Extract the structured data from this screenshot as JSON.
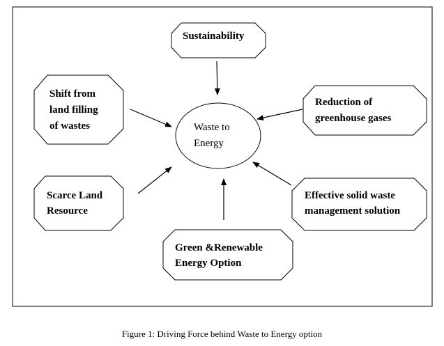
{
  "diagram": {
    "center": {
      "lines": [
        "Waste to",
        "Energy"
      ]
    },
    "nodes": [
      {
        "id": "sustainability",
        "lines": [
          "Sustainability"
        ]
      },
      {
        "id": "shift-from-landfilling",
        "lines": [
          "Shift from",
          "land filling",
          "of wastes"
        ]
      },
      {
        "id": "reduction-ghg",
        "lines": [
          "Reduction of",
          "greenhouse gases"
        ]
      },
      {
        "id": "scarce-land",
        "lines": [
          "Scarce Land",
          "Resource"
        ]
      },
      {
        "id": "effective-solid-waste",
        "lines": [
          "Effective solid waste",
          "management solution"
        ]
      },
      {
        "id": "green-renewable",
        "lines": [
          "Green &Renewable",
          "Energy Option"
        ]
      }
    ]
  },
  "caption": "Figure 1: Driving Force behind Waste to Energy option"
}
